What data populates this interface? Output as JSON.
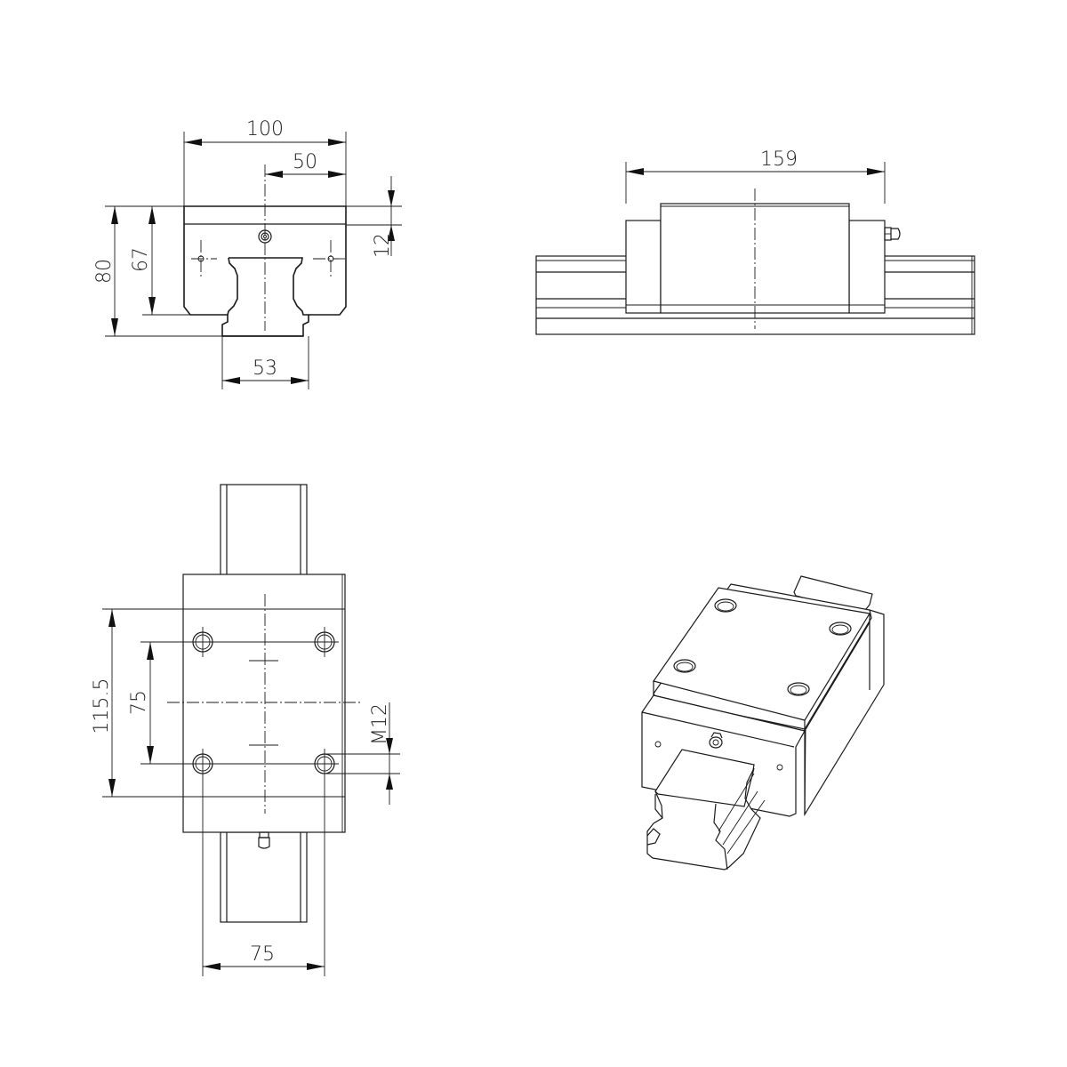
{
  "drawing": {
    "subject": "Linear guide carriage block on rail",
    "line_color": "#1a1a1a",
    "background": "#ffffff"
  },
  "views": {
    "front": {
      "dimensions": {
        "overall_width": "100",
        "half_width": "50",
        "overall_height": "80",
        "block_height": "67",
        "top_offset": "12",
        "rail_width": "53"
      }
    },
    "side": {
      "dimensions": {
        "block_length": "159"
      }
    },
    "top": {
      "dimensions": {
        "body_length": "115.5",
        "hole_spacing_length": "75",
        "hole_thread": "M12",
        "hole_spacing_width": "75"
      }
    },
    "isometric": {
      "label": ""
    }
  }
}
